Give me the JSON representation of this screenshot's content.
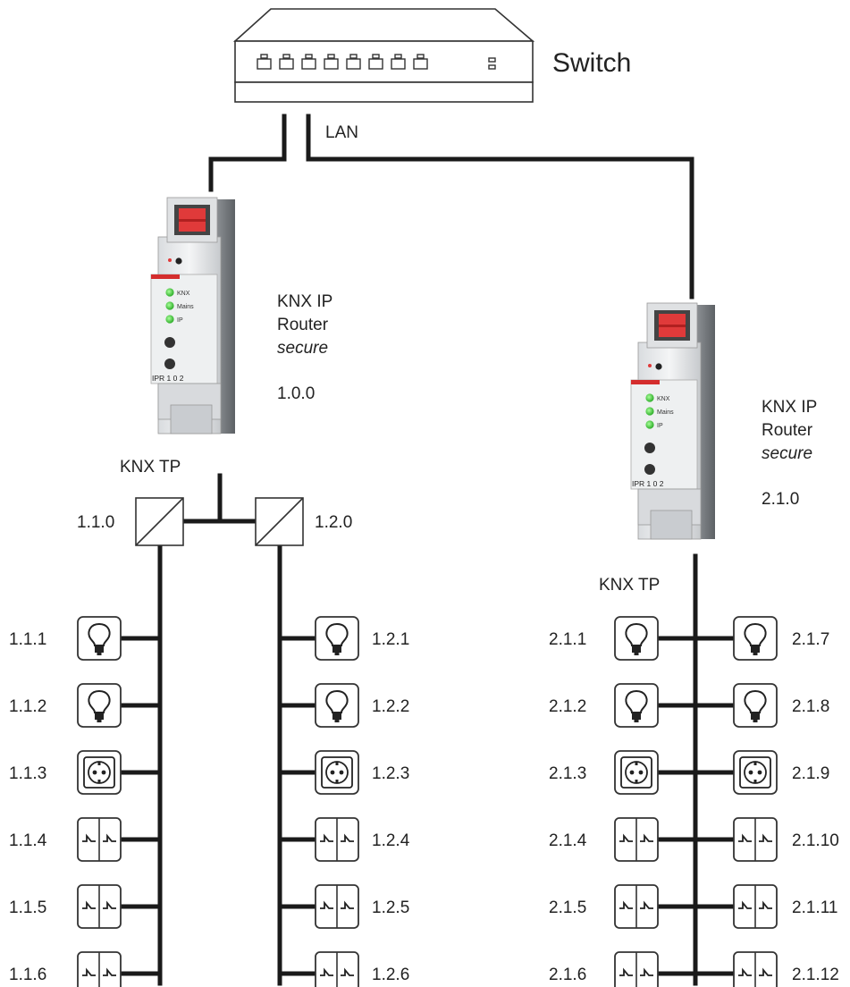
{
  "switch": {
    "label": "Switch"
  },
  "lan": {
    "label": "LAN"
  },
  "routers": {
    "r1": {
      "name": "KNX IP",
      "name2": "Router",
      "variant": "secure",
      "address": "1.0.0",
      "model": "IPR 1 0 2",
      "brand_color": "#d42d2d"
    },
    "r2": {
      "name": "KNX IP",
      "name2": "Router",
      "variant": "secure",
      "address": "2.1.0",
      "model": "IPR 1 0 2",
      "brand_color": "#d42d2d"
    }
  },
  "router_leds": [
    "KNX",
    "Mains",
    "IP"
  ],
  "tp_labels": {
    "left": "KNX TP",
    "right": "KNX TP"
  },
  "couplers": {
    "c1": "1.1.0",
    "c2": "1.2.0"
  },
  "lines": {
    "line11": [
      {
        "address": "1.1.1",
        "icon": "lamp-icon"
      },
      {
        "address": "1.1.2",
        "icon": "lamp-icon"
      },
      {
        "address": "1.1.3",
        "icon": "socket-icon"
      },
      {
        "address": "1.1.4",
        "icon": "switch-icon"
      },
      {
        "address": "1.1.5",
        "icon": "switch-icon"
      },
      {
        "address": "1.1.6",
        "icon": "switch-icon"
      }
    ],
    "line12": [
      {
        "address": "1.2.1",
        "icon": "lamp-icon"
      },
      {
        "address": "1.2.2",
        "icon": "lamp-icon"
      },
      {
        "address": "1.2.3",
        "icon": "socket-icon"
      },
      {
        "address": "1.2.4",
        "icon": "switch-icon"
      },
      {
        "address": "1.2.5",
        "icon": "switch-icon"
      },
      {
        "address": "1.2.6",
        "icon": "switch-icon"
      }
    ],
    "line21_left": [
      {
        "address": "2.1.1",
        "icon": "lamp-icon"
      },
      {
        "address": "2.1.2",
        "icon": "lamp-icon"
      },
      {
        "address": "2.1.3",
        "icon": "socket-icon"
      },
      {
        "address": "2.1.4",
        "icon": "switch-icon"
      },
      {
        "address": "2.1.5",
        "icon": "switch-icon"
      },
      {
        "address": "2.1.6",
        "icon": "switch-icon"
      }
    ],
    "line21_right": [
      {
        "address": "2.1.7",
        "icon": "lamp-icon"
      },
      {
        "address": "2.1.8",
        "icon": "lamp-icon"
      },
      {
        "address": "2.1.9",
        "icon": "socket-icon"
      },
      {
        "address": "2.1.10",
        "icon": "switch-icon"
      },
      {
        "address": "2.1.11",
        "icon": "switch-icon"
      },
      {
        "address": "2.1.12",
        "icon": "switch-icon"
      }
    ]
  }
}
